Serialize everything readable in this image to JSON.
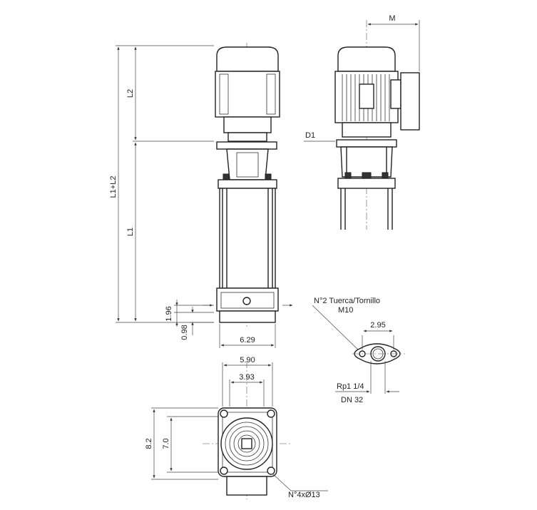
{
  "labels": {
    "M": "M",
    "D1": "D1",
    "L2": "L2",
    "L1": "L1",
    "L1L2": "L1+L2",
    "d196": "1.96",
    "d098": "0.98",
    "d629": "6.29",
    "d590": "5.90",
    "d393": "3.93",
    "d82": "8.2",
    "d70": "7.0",
    "d295": "2.95",
    "nut": "N°2 Tuerca/Tornillo",
    "nut2": "M10",
    "rp": "Rp1 1/4",
    "dn": "DN 32",
    "holes": "N°4xØ13"
  }
}
